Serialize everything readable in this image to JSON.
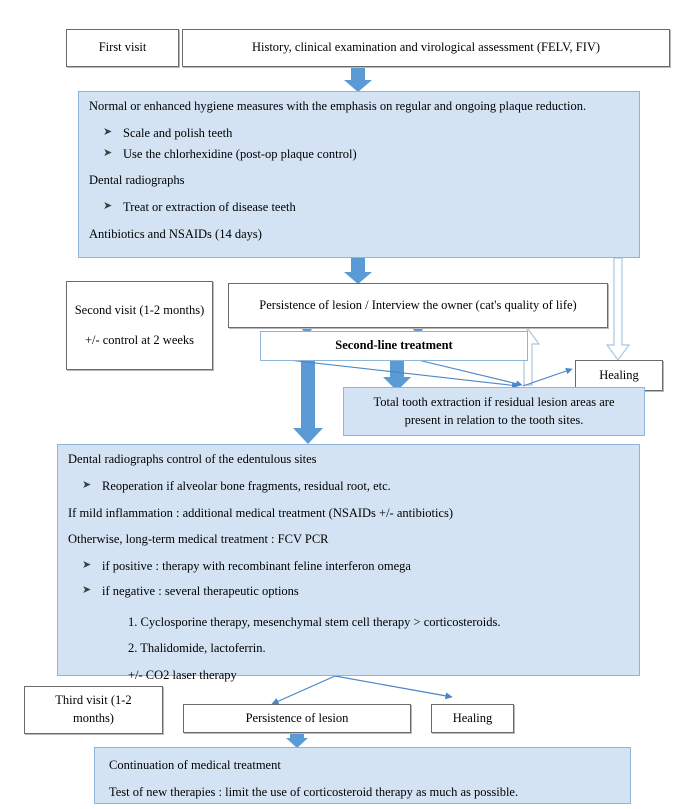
{
  "diagram": {
    "title_flow": "Feline chronic gingivostomatitis treatment flowchart",
    "accent_fill": "#d3e3f3",
    "accent_stroke": "#8fb4d9",
    "arrow_fill": "#5b9bd5",
    "arrow_thin": "#4a86c8",
    "box_border": "#6b6b6b"
  },
  "nodes": {
    "first_visit": "First visit",
    "history": "History, clinical examination and virological assessment (FELV, FIV)",
    "hygiene": {
      "intro": "Normal or enhanced hygiene measures with the emphasis on regular and ongoing plaque reduction.",
      "bullets1": [
        "Scale and polish teeth",
        "Use the chlorhexidine (post-op plaque control)"
      ],
      "radiographs": "Dental radiographs",
      "bullets2": [
        "Treat or extraction of disease teeth"
      ],
      "antibiotics": "Antibiotics and NSAIDs (14 days)"
    },
    "second_visit": {
      "line1": "Second visit (1-2 months)",
      "line2": "+/- control at 2 weeks"
    },
    "persistence_interview": "Persistence of lesion / Interview the owner (cat's quality of life)",
    "second_line_treatment": "Second-line treatment",
    "healing_upper": "Healing",
    "total_extraction": "Total tooth extraction if residual lesion areas are present in relation to the tooth sites.",
    "edentulous": {
      "intro": "Dental radiographs control of the edentulous sites",
      "bullets1": [
        "Reoperation if alveolar bone fragments, residual root, etc."
      ],
      "mild": "If mild inflammation : additional medical treatment (NSAIDs +/- antibiotics)",
      "otherwise": "Otherwise, long-term medical treatment : FCV PCR",
      "bullets2": [
        "if positive : therapy with recombinant feline interferon omega",
        "if negative : several therapeutic options"
      ],
      "options": [
        "1. Cyclosporine therapy, mesenchymal stem cell therapy > corticosteroids.",
        "2. Thalidomide, lactoferrin.",
        "+/- CO2 laser therapy"
      ]
    },
    "third_visit": "Third visit (1-2 months)",
    "persistence_lower": "Persistence of lesion",
    "healing_lower": "Healing",
    "continuation": {
      "line1": "Continuation of medical treatment",
      "line2": "Test of new therapies : limit the use of corticosteroid therapy as much as possible."
    }
  },
  "glyphs": {
    "bullet_arrow": "➤"
  }
}
